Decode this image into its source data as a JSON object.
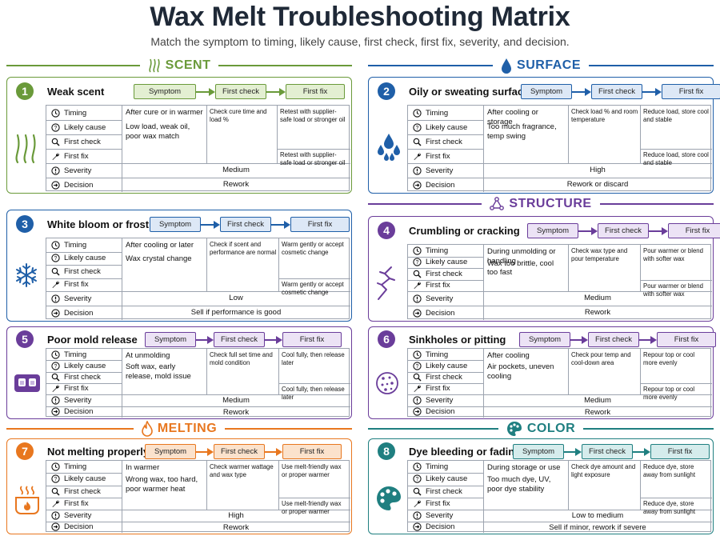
{
  "header": {
    "title": "Wax Melt Troubleshooting Matrix",
    "subtitle": "Match the symptom to timing, likely cause, first check, first fix, severity, and decision."
  },
  "categories": {
    "scent": "SCENT",
    "surface": "SURFACE",
    "structure": "STRUCTURE",
    "melting": "MELTING",
    "color": "COLOR"
  },
  "flow": {
    "symptom": "Symptom",
    "check": "First check",
    "fix": "First fix"
  },
  "row_labels": {
    "timing": "Timing",
    "cause": "Likely cause",
    "check": "First check",
    "fix": "First fix",
    "severity": "Severity",
    "decision": "Decision"
  },
  "colors": {
    "green": "#6a9a3a",
    "blue": "#1f5fa8",
    "purple": "#6a3d9a",
    "orange": "#e8771f",
    "teal": "#1f7f80"
  },
  "cards": [
    {
      "num": "1",
      "title": "Weak scent",
      "timing": "After cure or in warmer",
      "cause": "Low load, weak oil, poor wax match",
      "check_text": "Check cure time and load %",
      "fix_a": "Retest with supplier-safe load or stronger oil",
      "fix_b": "Retest with supplier-safe load or stronger oil",
      "severity": "Medium",
      "decision": "Rework"
    },
    {
      "num": "2",
      "title": "Oily or sweating surface",
      "timing": "After cooling or storage",
      "cause": "Too much fragrance, temp swing",
      "check_text": "Check load % and room temperature",
      "fix_a": "Reduce load, store cool and stable",
      "fix_b": "Reduce load, store cool and stable",
      "severity": "High",
      "decision": "Rework or discard"
    },
    {
      "num": "3",
      "title": "White bloom or frosting",
      "timing": "After cooling or later",
      "cause": "Wax crystal change",
      "check_text": "Check if scent and performance are normal",
      "fix_a": "Warm gently or accept cosmetic change",
      "fix_b": "Warm gently or accept cosmetic change",
      "severity": "Low",
      "decision": "Sell if performance is good"
    },
    {
      "num": "4",
      "title": "Crumbling or cracking",
      "timing": "During unmolding or handling",
      "cause": "Wax too brittle, cool too fast",
      "check_text": "Check wax type and pour temperature",
      "fix_a": "Pour warmer or blend with softer wax",
      "fix_b": "Pour warmer or blend with softer wax",
      "severity": "Medium",
      "decision": "Rework"
    },
    {
      "num": "5",
      "title": "Poor mold release",
      "timing": "At unmolding",
      "cause": "Soft wax, early release, mold issue",
      "check_text": "Check full set time and mold condition",
      "fix_a": "Cool fully, then release later",
      "fix_b": "Cool fully, then release later",
      "severity": "Medium",
      "decision": "Rework"
    },
    {
      "num": "6",
      "title": "Sinkholes or pitting",
      "timing": "After cooling",
      "cause": "Air pockets, uneven cooling",
      "check_text": "Check pour temp and cool-down area",
      "fix_a": "Repour top or cool more evenly",
      "fix_b": "Repour top or cool more evenly",
      "severity": "Medium",
      "decision": "Rework"
    },
    {
      "num": "7",
      "title": "Not melting properly",
      "timing": "In warmer",
      "cause": "Wrong wax, too hard, poor warmer heat",
      "check_text": "Check warmer wattage and wax type",
      "fix_a": "Use melt-friendly wax or proper warmer",
      "fix_b": "Use melt-friendly wax or proper warmer",
      "severity": "High",
      "decision": "Rework"
    },
    {
      "num": "8",
      "title": "Dye bleeding or fading",
      "timing": "During storage or use",
      "cause": "Too much dye, UV, poor dye stability",
      "check_text": "Check dye amount and light exposure",
      "fix_a": "Reduce dye, store away from sunlight",
      "fix_b": "Reduce dye, store away from sunlight",
      "severity": "Low to medium",
      "decision": "Sell if minor, rework if severe"
    }
  ]
}
